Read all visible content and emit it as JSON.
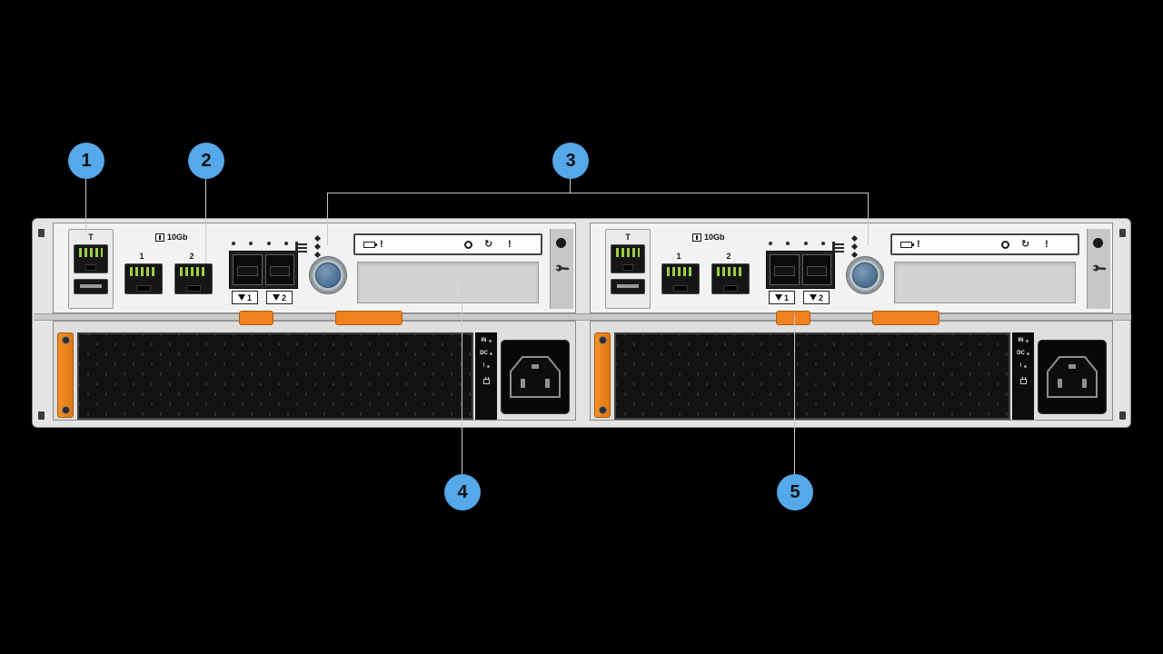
{
  "diagram": {
    "type": "hardware-rear-view",
    "subject": "Dual-controller storage shelf rear panel with two power supplies"
  },
  "colors": {
    "background": "#000000",
    "callout_fill": "#55a8ea",
    "callout_text": "#121212",
    "leader_line": "#c8c8c8",
    "chassis": "#e4e4e4",
    "controller_face": "#f2f2f2",
    "psu_face": "#dedede",
    "accent_orange": "#ef8120",
    "knob_blue": "#4f7398",
    "pin_green": "#9ccf43"
  },
  "callouts": [
    {
      "number": "1"
    },
    {
      "number": "2"
    },
    {
      "number": "3"
    },
    {
      "number": "4"
    },
    {
      "number": "5"
    }
  ],
  "controller": {
    "console_port_label": "T",
    "eth_port_labels": [
      "1",
      "2"
    ],
    "speed_label": "10Gb",
    "sfp_port_labels": [
      "1",
      "2"
    ],
    "alert_label": "!"
  },
  "icons": {
    "rotate": "↻"
  },
  "psu": {
    "input_label": "IN",
    "dc_label": "DC",
    "alert_label": "!"
  }
}
